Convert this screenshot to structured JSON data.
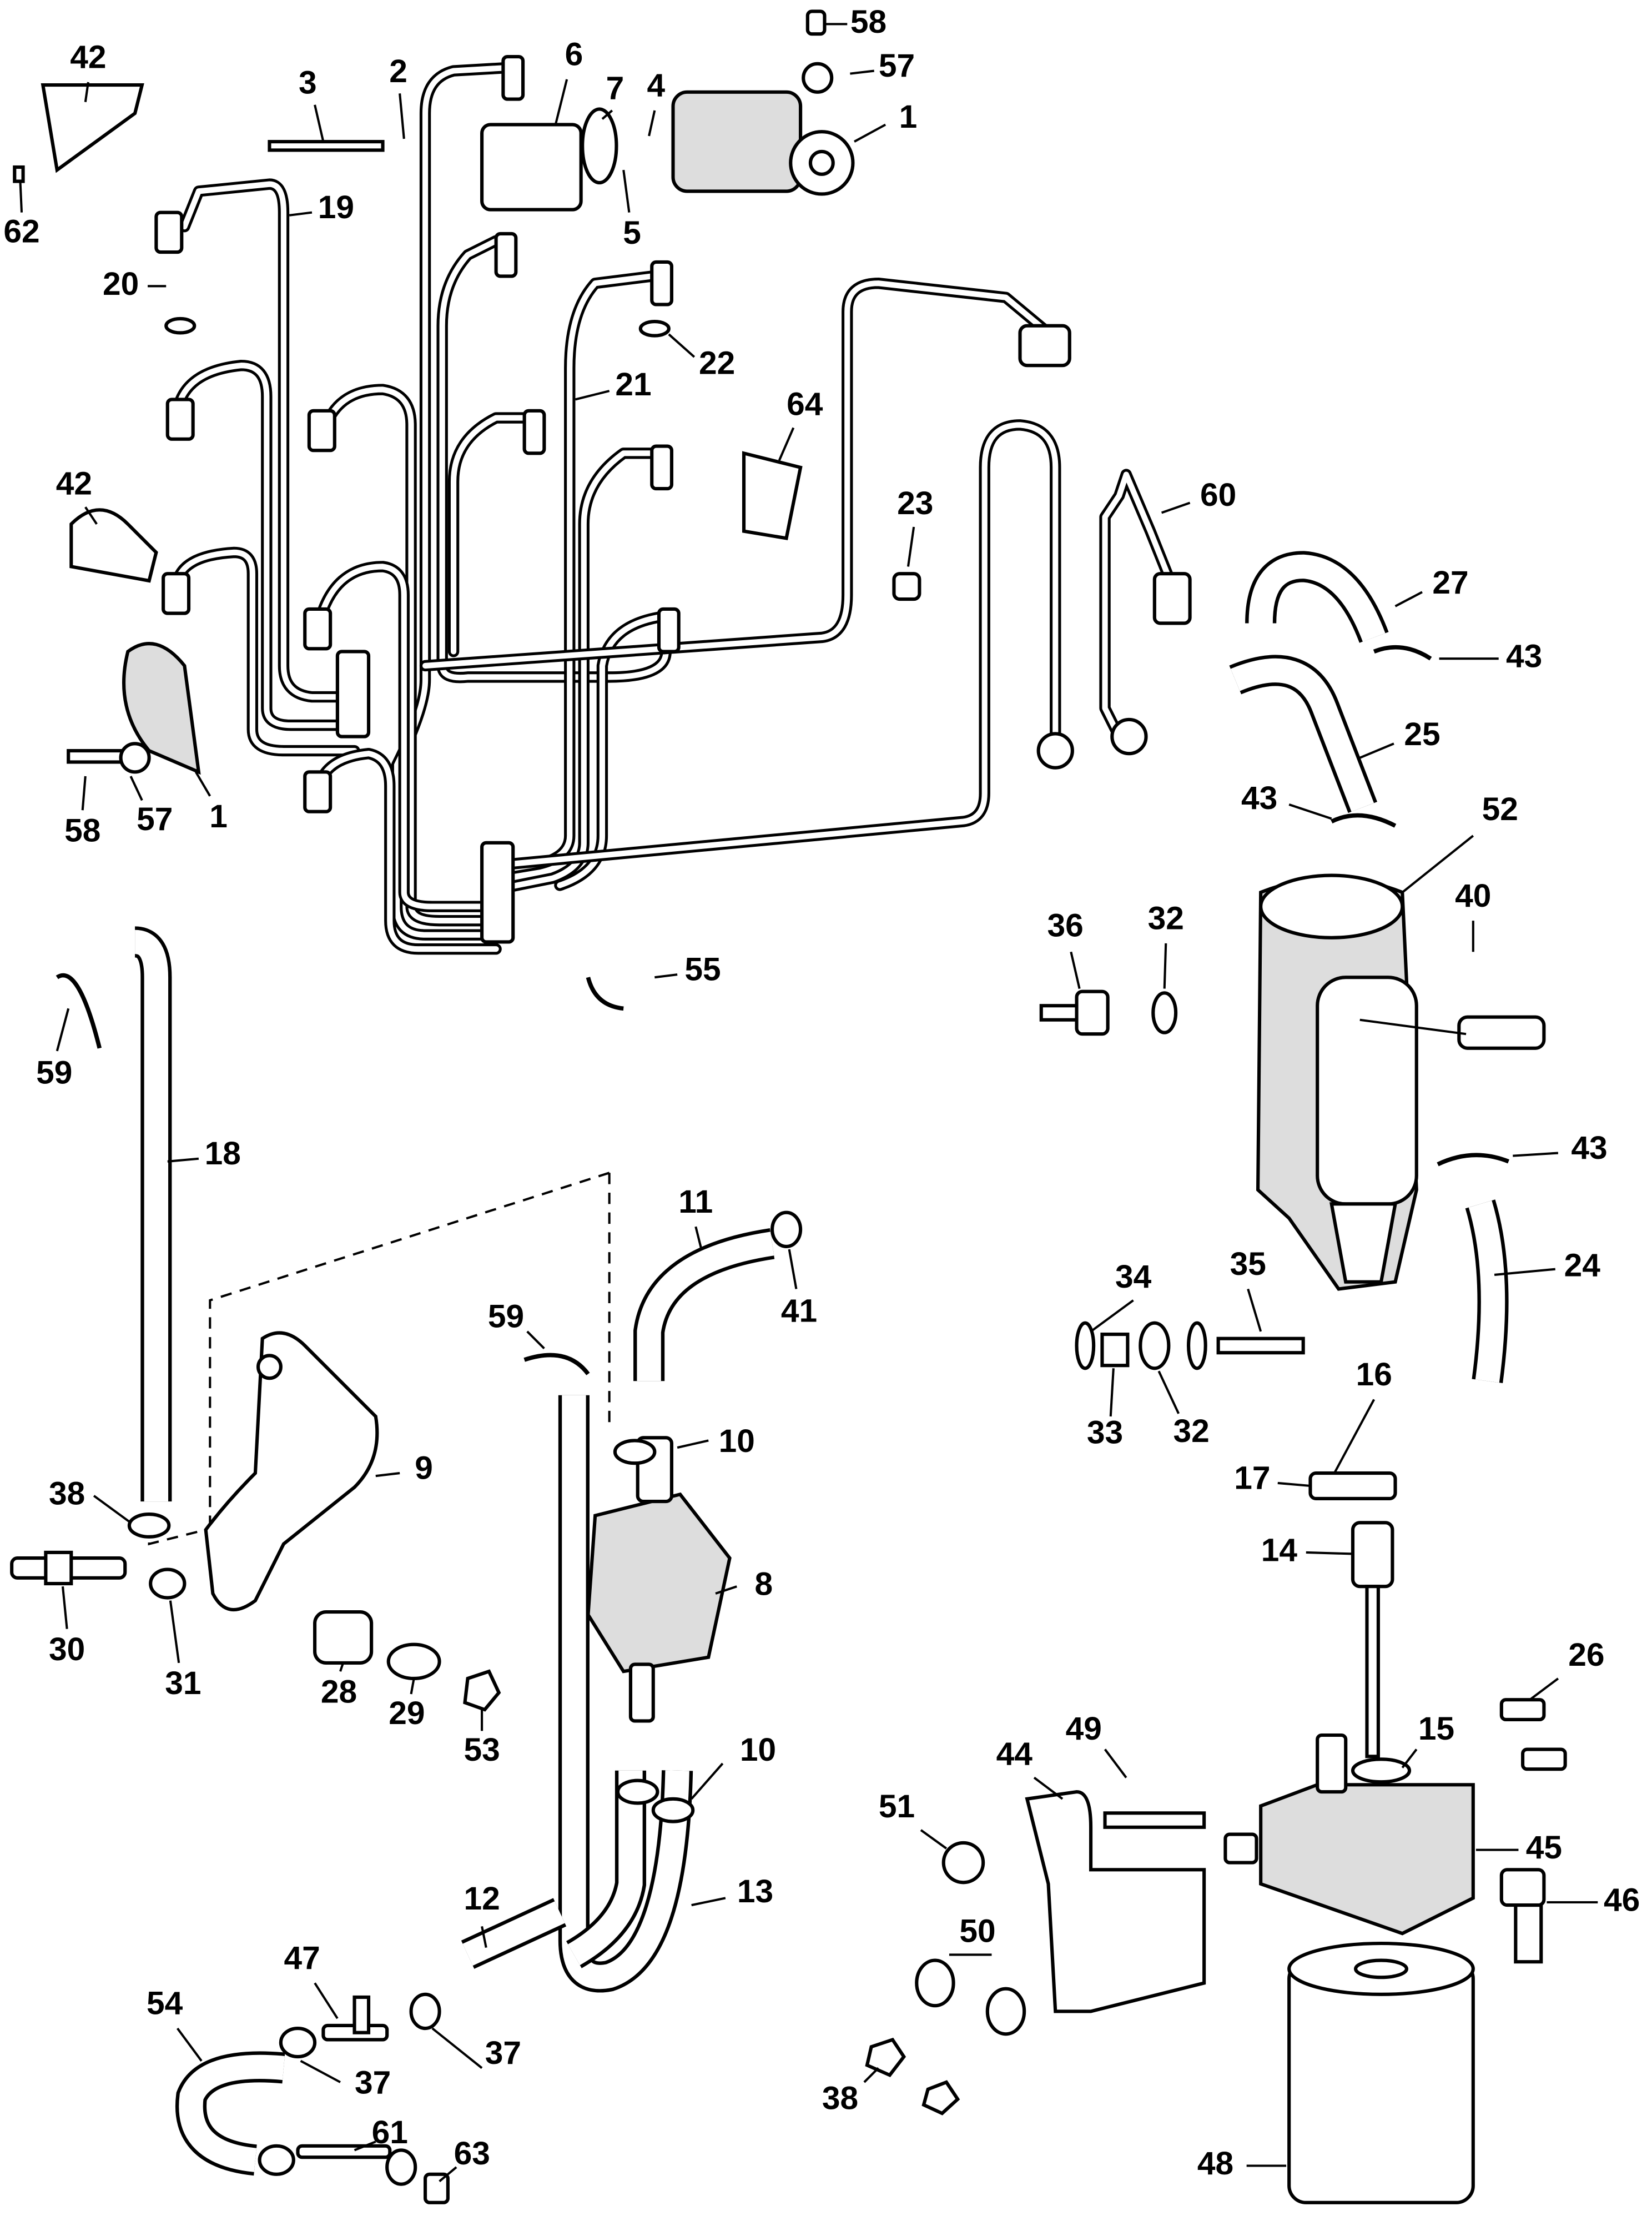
{
  "diagram": {
    "type": "exploded parts diagram",
    "callouts": [
      "42",
      "3",
      "2",
      "6",
      "7",
      "4",
      "58",
      "57",
      "1",
      "62",
      "19",
      "5",
      "20",
      "22",
      "21",
      "64",
      "42",
      "23",
      "60",
      "27",
      "43",
      "25",
      "58",
      "57",
      "1",
      "43",
      "52",
      "40",
      "36",
      "32",
      "55",
      "59",
      "18",
      "43",
      "11",
      "41",
      "34",
      "35",
      "24",
      "59",
      "16",
      "10",
      "9",
      "33",
      "32",
      "17",
      "38",
      "14",
      "8",
      "30",
      "31",
      "28",
      "29",
      "53",
      "10",
      "26",
      "49",
      "15",
      "44",
      "51",
      "45",
      "13",
      "12",
      "46",
      "50",
      "47",
      "54",
      "37",
      "37",
      "48",
      "61",
      "63",
      "38"
    ]
  }
}
